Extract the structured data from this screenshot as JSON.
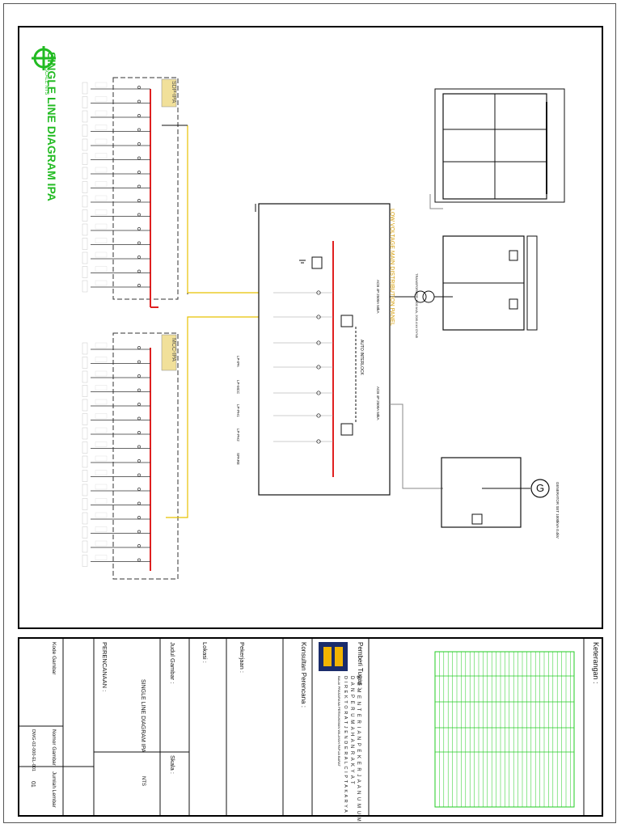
{
  "diagram": {
    "title": "SINGLE LINE DIAGRAM IPA",
    "subtitle": "SCALE NTS",
    "panel_lvmdp_title": "LOW VOLTAGE MAIN DISTRIBUTION PANEL",
    "panel_top_label": "SDP-IPA",
    "panel_bottom_label": "MCC-IPA",
    "transformer_label": "TRANSFORMER 1600 kVA, 20/0.4 kV DYN5",
    "acb_left_label": "ACB 4P 2500A 50kA",
    "acb_right_label": "ACB 4P 2500A 50kA",
    "ats_label": "AUTO INTERLOCK",
    "genset_symbol": "G",
    "genset_label": "GENERATOR SET 1000kVA 0.4kV",
    "feeder_labels": [
      "LP-IPA",
      "LP-MCC",
      "LP-PH1",
      "LP-PH2",
      "SPARE"
    ]
  },
  "titleblock": {
    "keterangan_label": "Keterangan :",
    "pemberi_tugas_label": "Pemberi Tugas :",
    "agency_line1": "K E M E N T E R I A N   P E K E R J A A N   U M U M",
    "agency_line2": "D A N   P E R U M A H A N   R A K Y A T",
    "agency_line3": "D I R E K T O R A T   J E N D E R A L   C I P T A   K A R Y A",
    "agency_line4": "BALAI PRASARANA PERMUKIMAN WILAYAH PAPUA BARAT",
    "konsultan_label": "Konsultan Perencana :",
    "pekerjaan_label": "Pekerjaan :",
    "lokasi_label": "Lokasi :",
    "judul_label": "Judul Gambar :",
    "judul_value": "SINGLE LINE DIAGRAM IPA",
    "skala_label": "Skala :",
    "skala_value": "NTS",
    "perencanaan_label": "PERENCANAAN :",
    "kode_label": "Kode Gambar",
    "nomor_label": "Nomor Gambar",
    "nomor_value": "DWG-02-000-EL-001",
    "jumlah_label": "Jumlah Lembar",
    "jumlah_value": "01"
  },
  "colors": {
    "busbar": "#e02020",
    "feeder": "#e8c200",
    "accent": "#2b2b2b",
    "logo_green": "#22bb22",
    "table_green": "#22cc22",
    "logo_blue": "#1a2c6b",
    "logo_gold": "#f2b400"
  }
}
